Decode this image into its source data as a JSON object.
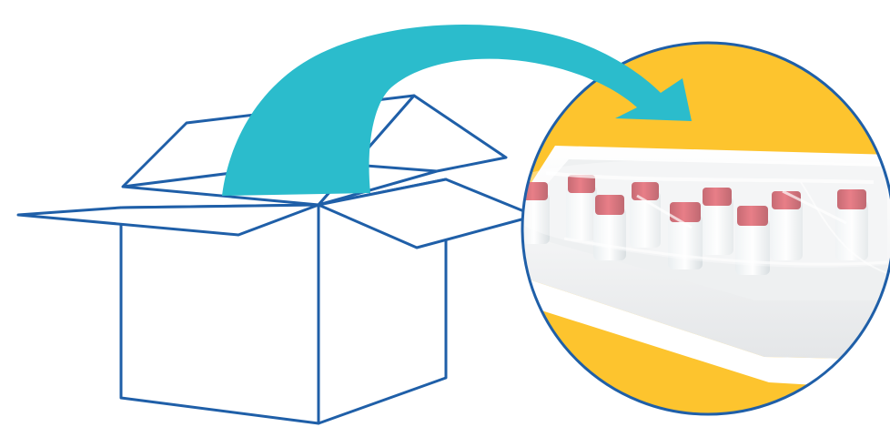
{
  "illustration": {
    "box": {
      "icon": "open-box-icon",
      "state": "open",
      "color": "#1f5fa8"
    },
    "arrow": {
      "icon": "curved-arrow-icon",
      "direction": "box-to-circle",
      "color": "#2bbccc"
    },
    "product_circle": {
      "background_color": "#fdc42e",
      "border_color": "#1f5fa8",
      "contents": "red-capped-vials-in-foam-tray",
      "vial_count": 9,
      "cap_color": "#c62a38",
      "tray_color": "#f4f4f4"
    }
  }
}
